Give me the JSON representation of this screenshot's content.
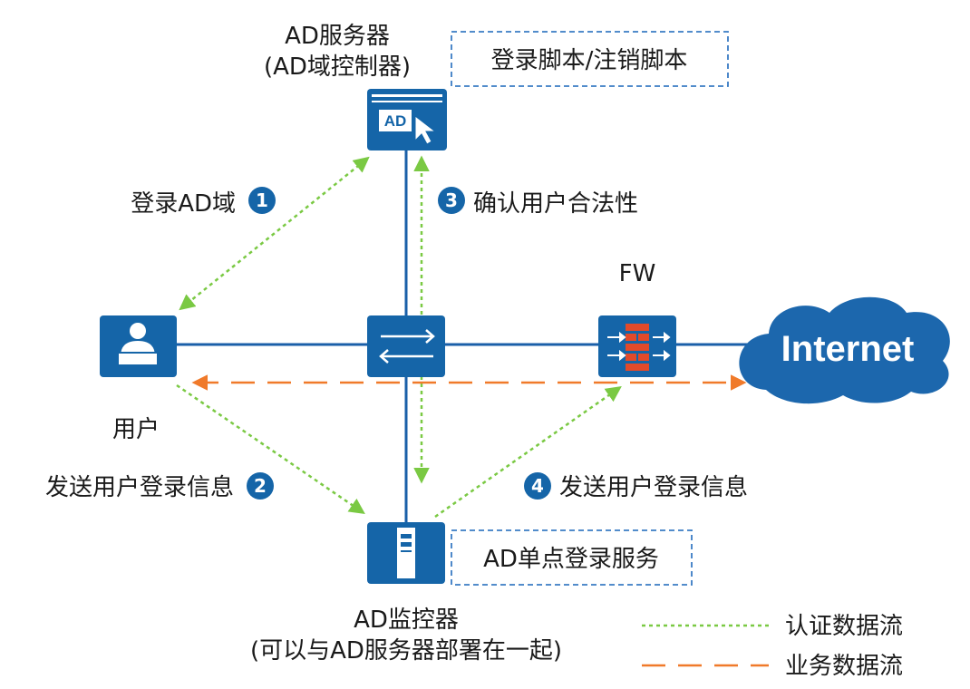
{
  "colors": {
    "node_blue": "#1565a8",
    "cloud_blue": "#1c67ad",
    "link_blue": "#1a5fa8",
    "auth_green": "#7ac943",
    "business_orange": "#f07a2a",
    "badge_blue": "#1565a8",
    "firewall_red": "#e24a2a"
  },
  "nodes": {
    "ad_server": {
      "label_line1": "AD服务器",
      "label_line2": "(AD域控制器)",
      "icon_text": "AD",
      "icon": "ad-server-icon"
    },
    "user": {
      "label": "用户",
      "icon": "user-at-computer-icon"
    },
    "switch": {
      "icon": "switch-arrows-icon"
    },
    "firewall": {
      "label": "FW",
      "icon": "firewall-icon"
    },
    "internet": {
      "label": "Internet",
      "icon": "cloud-icon"
    },
    "ad_monitor": {
      "label_line1": "AD监控器",
      "label_line2": "(可以与AD服务器部署在一起)",
      "icon": "server-tower-icon"
    }
  },
  "callouts": {
    "scripts": "登录脚本/注销脚本",
    "sso_service": "AD单点登录服务"
  },
  "steps": [
    {
      "num": "1",
      "text": "登录AD域"
    },
    {
      "num": "2",
      "text": "发送用户登录信息"
    },
    {
      "num": "3",
      "text": "确认用户合法性"
    },
    {
      "num": "4",
      "text": "发送用户登录信息"
    }
  ],
  "legend": {
    "auth_flow": "认证数据流",
    "business_flow": "业务数据流"
  }
}
